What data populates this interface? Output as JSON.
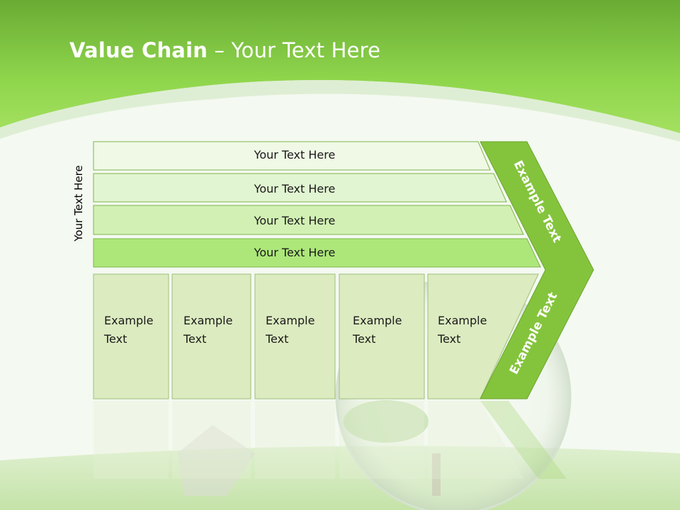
{
  "slide": {
    "title_bold": "Value Chain",
    "title_rest": " – Your Text Here"
  },
  "diagram": {
    "side_label": "Your Text Here",
    "rows": [
      {
        "label": "Your Text Here",
        "fill": "#eff9e6"
      },
      {
        "label": "Your Text Here",
        "fill": "#e2f5d2"
      },
      {
        "label": "Your Text Here",
        "fill": "#d2f0b4"
      },
      {
        "label": "Your Text Here",
        "fill": "#ade77a"
      }
    ],
    "boxes": [
      {
        "line1": "Example",
        "line2": "Text"
      },
      {
        "line1": "Example",
        "line2": "Text"
      },
      {
        "line1": "Example",
        "line2": "Text"
      },
      {
        "line1": "Example",
        "line2": "Text"
      },
      {
        "line1": "Example",
        "line2": "Text"
      }
    ],
    "chevron_top_label": "Example Text",
    "chevron_bottom_label": "Example Text"
  },
  "colors": {
    "header_green": "#8ed84a",
    "chevron_fill": "#84c43c",
    "box_fill": "#dcebc0",
    "outline": "#7fb54a"
  }
}
